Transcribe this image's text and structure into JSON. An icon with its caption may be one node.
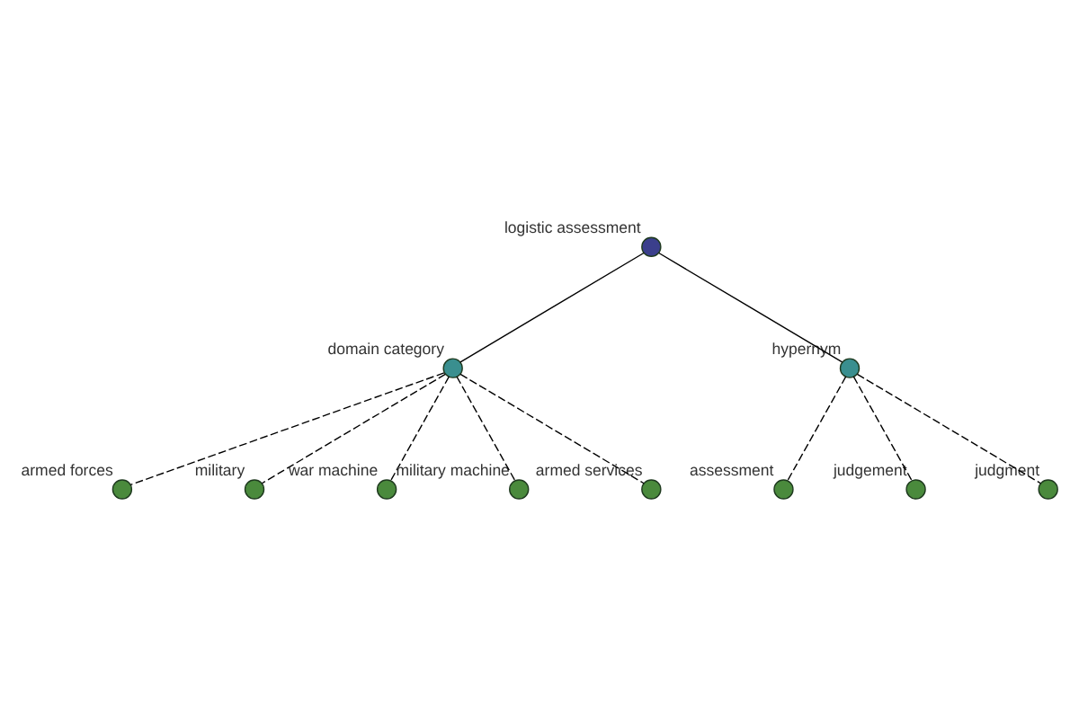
{
  "diagram": {
    "nodes": [
      {
        "text": [
          "logistic assessment"
        ]
      },
      {
        "text": [
          "domain category"
        ]
      },
      {
        "text": [
          "hypernym"
        ]
      },
      {
        "text": [
          "armed forces"
        ]
      },
      {
        "text": [
          "military"
        ]
      },
      {
        "text": [
          "war machine"
        ]
      },
      {
        "text": [
          "military machine"
        ]
      },
      {
        "text": [
          "armed services"
        ]
      },
      {
        "text": [
          "assessment"
        ]
      },
      {
        "text": [
          "judgement"
        ]
      },
      {
        "text": [
          "judgment"
        ]
      }
    ],
    "edges": [
      {
        "from": 0,
        "to": 1,
        "arrow": "none"
      },
      {
        "from": 0,
        "to": 2,
        "arrow": "none"
      },
      {
        "from": 1,
        "to": 3,
        "arrow": "none",
        "style": "dashed"
      },
      {
        "from": 1,
        "to": 4,
        "arrow": "none",
        "style": "dashed"
      },
      {
        "from": 1,
        "to": 5,
        "arrow": "none",
        "style": "dashed"
      },
      {
        "from": 1,
        "to": 6,
        "arrow": "none",
        "style": "dashed"
      },
      {
        "from": 1,
        "to": 7,
        "arrow": "none",
        "style": "dashed"
      },
      {
        "from": 2,
        "to": 8,
        "arrow": "none",
        "style": "dashed"
      },
      {
        "from": 2,
        "to": 9,
        "arrow": "none",
        "style": "dashed"
      },
      {
        "from": 2,
        "to": 10,
        "arrow": "none",
        "style": "dashed"
      }
    ]
  }
}
